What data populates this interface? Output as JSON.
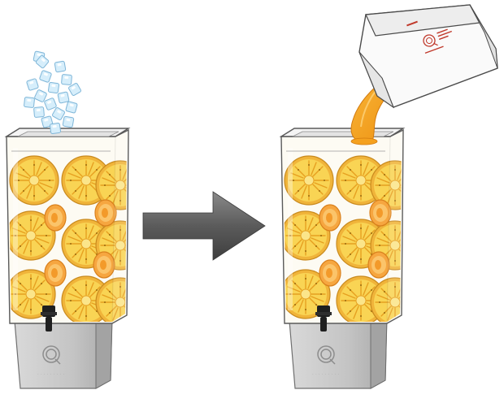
{
  "illustration": {
    "step1_ice": "ice-cubes-falling",
    "step2_pour": "juice-pouring",
    "arrow": "right-arrow"
  },
  "colors": {
    "pineapple": "#F7C93A",
    "pineapple_dark": "#E8A21E",
    "pineapple_rind": "#F0B43A",
    "peach": "#F6A640",
    "juice": "#F5A11E",
    "ice": "#CFE9F7",
    "ice_stroke": "#7BB4D6",
    "base": "#BDBDBD",
    "arrow": "#5A5A5A",
    "carton_logo": "#C0392B"
  }
}
